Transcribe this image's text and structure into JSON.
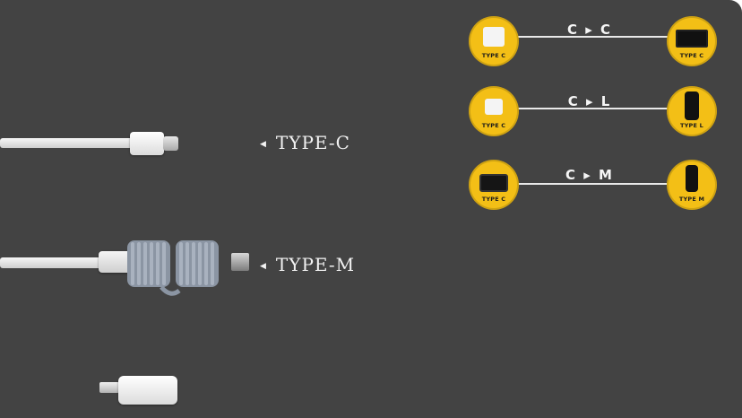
{
  "cable_labels": {
    "type_c": "TYPE-C",
    "type_m": "TYPE-M"
  },
  "diagram": {
    "rows": [
      {
        "pair": "C ▸ C",
        "left_caption": "TYPE C",
        "right_caption": "TYPE C",
        "left_device": "charger-icon",
        "right_device": "laptop-icon"
      },
      {
        "pair": "C ▸ L",
        "left_caption": "TYPE C",
        "right_caption": "TYPE L",
        "left_device": "charger-icon",
        "right_device": "phone-icon"
      },
      {
        "pair": "C ▸ M",
        "left_caption": "TYPE C",
        "right_caption": "TYPE M",
        "left_device": "tablet-icon",
        "right_device": "phone-icon"
      }
    ]
  },
  "colors": {
    "background": "#434343",
    "circle": "#f3bf16",
    "line": "#e9e9e9",
    "text": "#f2f2f2"
  }
}
